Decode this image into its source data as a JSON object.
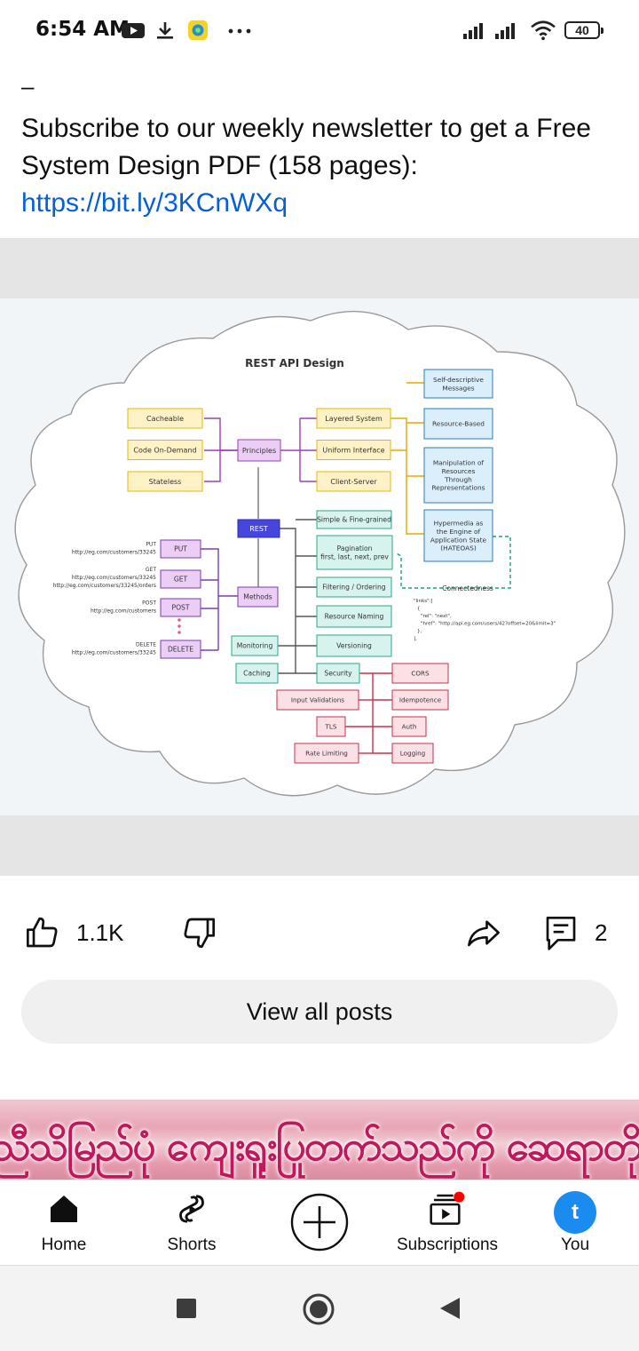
{
  "status_bar": {
    "time": "6:54 AM",
    "battery": "40"
  },
  "post": {
    "dash": "–",
    "text": "Subscribe to our weekly newsletter to get a Free System Design PDF (158 pages):",
    "link": "https://bit.ly/3KCnWXq"
  },
  "diagram": {
    "title": "REST API Design",
    "center": "REST",
    "principles": "Principles",
    "methods": "Methods",
    "monitoring": "Monitoring",
    "caching": "Caching",
    "left_yellow": [
      "Cacheable",
      "Code On-Demand",
      "Stateless"
    ],
    "mid_yellow": [
      "Layered System",
      "Uniform Interface",
      "Client-Server"
    ],
    "right_blue": [
      [
        "Self-descriptive",
        "Messages"
      ],
      [
        "Resource-Based"
      ],
      [
        "Manipulation of",
        "Resources",
        "Through",
        "Representations"
      ],
      [
        "Hypermedia as",
        "the Engine of",
        "Application State",
        "(HATEOAS)"
      ]
    ],
    "connectedness": "Connectedness",
    "teal": [
      [
        "Simple & Fine-grained"
      ],
      [
        "Pagination",
        "first, last, next, prev"
      ],
      [
        "Filtering / Ordering"
      ],
      [
        "Resource Naming"
      ],
      [
        "Versioning"
      ],
      [
        "Security"
      ]
    ],
    "methods_list": [
      {
        "verb": "PUT",
        "desc": [
          "PUT",
          "http://eg.com/customers/33245"
        ]
      },
      {
        "verb": "GET",
        "desc": [
          "GET",
          "http://eg.com/customers/33245",
          "http://eg.com/customers/33245/orders"
        ]
      },
      {
        "verb": "POST",
        "desc": [
          "POST",
          "http://eg.com/customers"
        ]
      },
      {
        "verb": "DELETE",
        "desc": [
          "DELETE",
          "http://eg.com/customers/33245"
        ]
      }
    ],
    "links_json": [
      "\"links\":[",
      "{",
      "\"rel\": \"next\",",
      "\"href\": \"http://api.eg.com/users/42?offset=20&limit=3\"",
      "},",
      "],"
    ],
    "security_left": [
      "Input Validations",
      "TLS",
      "Rate Limiting"
    ],
    "security_right": [
      "CORS",
      "Idempotence",
      "Auth",
      "Logging"
    ]
  },
  "actions": {
    "likes": "1.1K",
    "comments": "2"
  },
  "view_all": "View all posts",
  "thumbnail_text": "ညီသိမြည်ပုံ ကျေးရူးပြုတက်သည်ကို ဆေရာတိုဆွဲစေး",
  "nav": {
    "home": "Home",
    "shorts": "Shorts",
    "subscriptions": "Subscriptions",
    "you": "You",
    "avatar_letter": "t"
  },
  "colors": {
    "link": "#065fd4",
    "yellow_box": "#fff2c7",
    "purple_box": "#ebcdf5",
    "teal_box": "#d6f3ee",
    "blue_box": "#dbeefb",
    "pink_box": "#fbe1e6",
    "rest_box": "#4646dc",
    "avatar": "#1a8cf0",
    "badge": "#ff0000"
  }
}
